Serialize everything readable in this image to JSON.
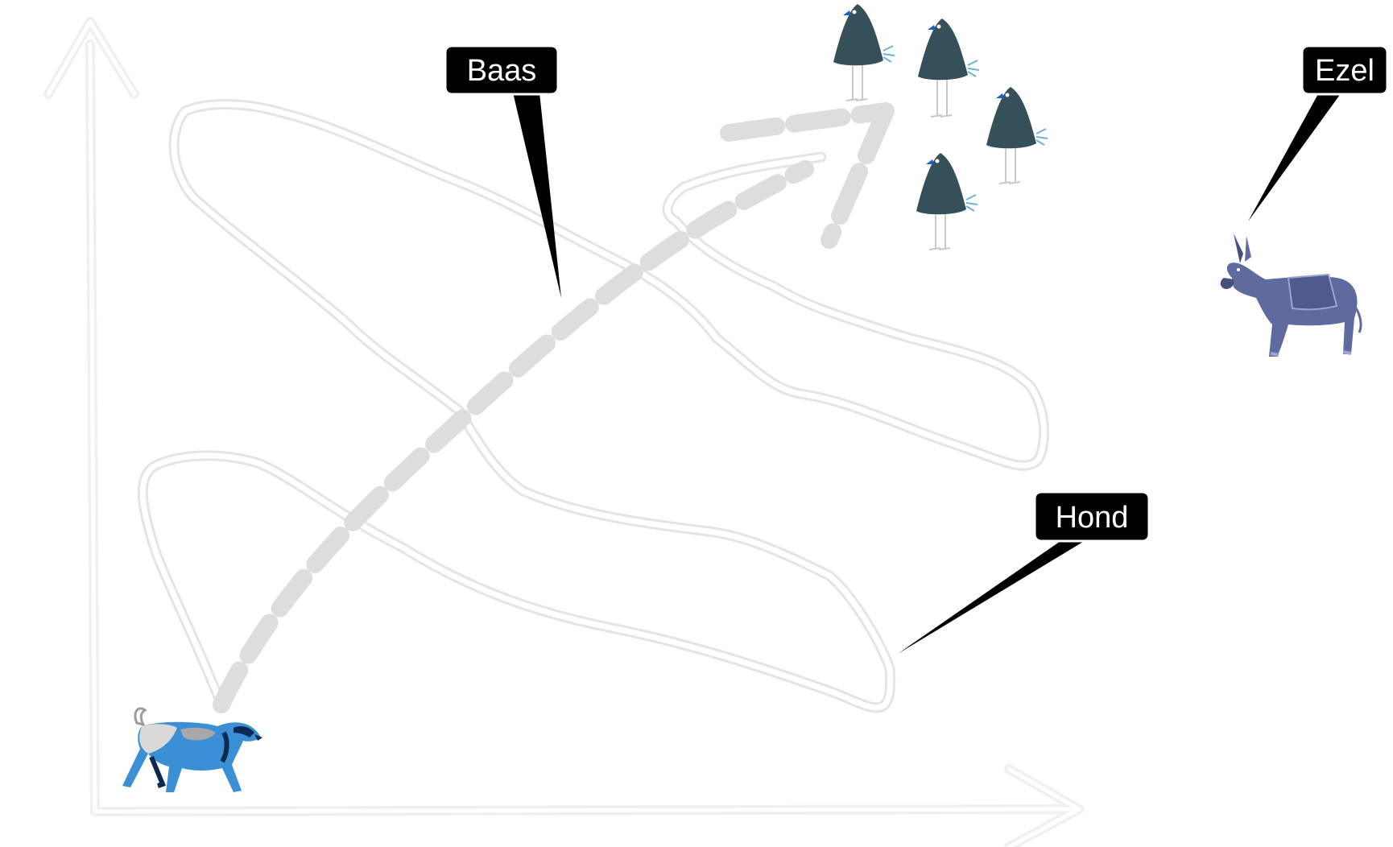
{
  "callouts": {
    "boss": {
      "label": "Baas"
    },
    "dog": {
      "label": "Hond"
    },
    "donkey": {
      "label": "Ezel"
    }
  },
  "icons": {
    "dog": "dog-icon",
    "donkey": "donkey-icon",
    "birds": "bird-icon"
  },
  "colors": {
    "background": "#ffffff",
    "axis": "#eeeeee",
    "loop_outline": "#e6e6e6",
    "dashed_arrow": "#dddfde",
    "callout_fill": "#000000",
    "callout_text": "#ffffff",
    "dog_blue": "#3b8fd4",
    "donkey_blue": "#5f6b9e",
    "bird_body": "#36505a"
  }
}
